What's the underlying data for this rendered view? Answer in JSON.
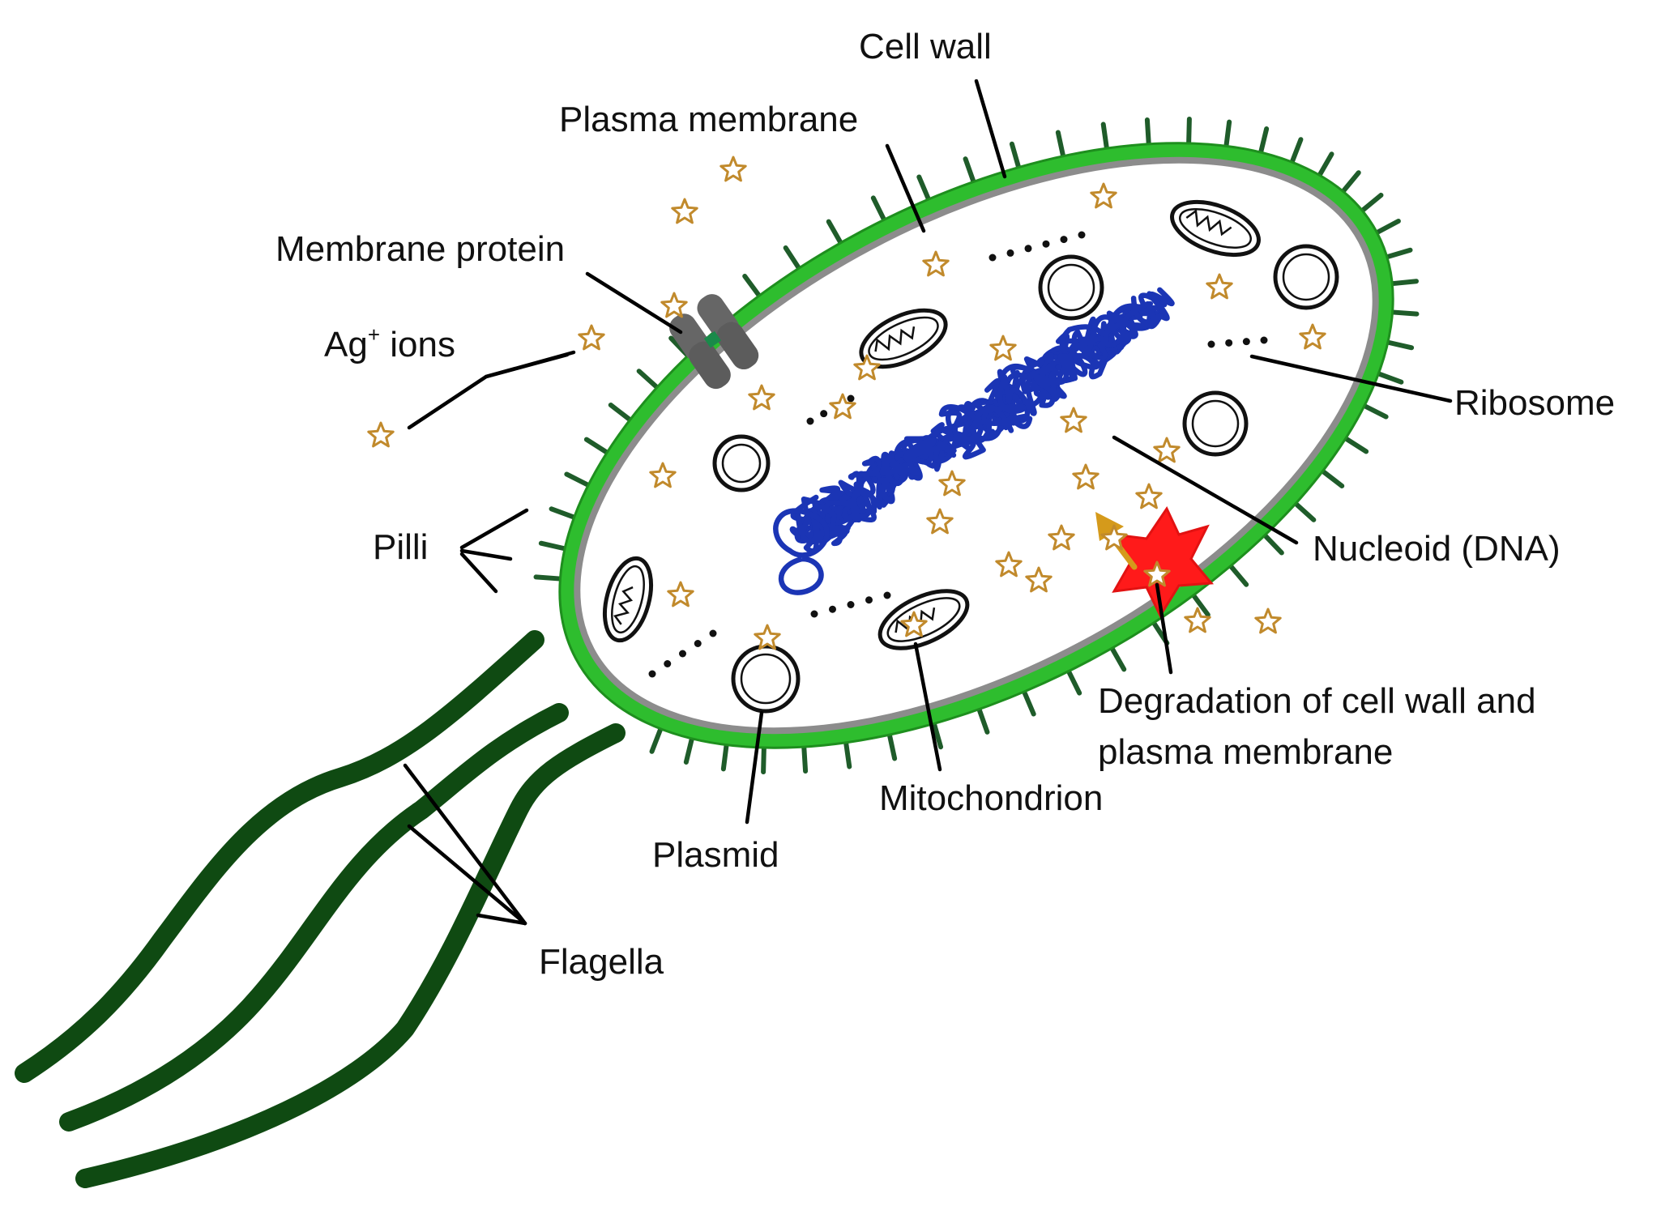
{
  "labels": {
    "cell_wall": "Cell wall",
    "plasma_membrane": "Plasma membrane",
    "membrane_protein": "Membrane protein",
    "ag_ions_base": "Ag",
    "ag_ions_sup": "+",
    "ag_ions_rest": " ions",
    "ribosome": "Ribosome",
    "pilli": "Pilli",
    "nucleoid": "Nucleoid (DNA)",
    "degradation_line1": "Degradation of cell wall and",
    "degradation_line2": "plasma membrane",
    "mitochondrion": "Mitochondrion",
    "plasmid": "Plasmid",
    "flagella": "Flagella"
  },
  "colors": {
    "cell_wall": "#2ebd2e",
    "cell_wall_dark": "#1e8f1e",
    "pili": "#1f5c2a",
    "flagella": "#0f4a12",
    "membrane": "#8c8c8c",
    "dna": "#1b35b5",
    "ion_star": "#c18a2c",
    "membrane_protein": "#666666",
    "damage": "#ff1a1a",
    "arrow": "#d59a1b"
  }
}
